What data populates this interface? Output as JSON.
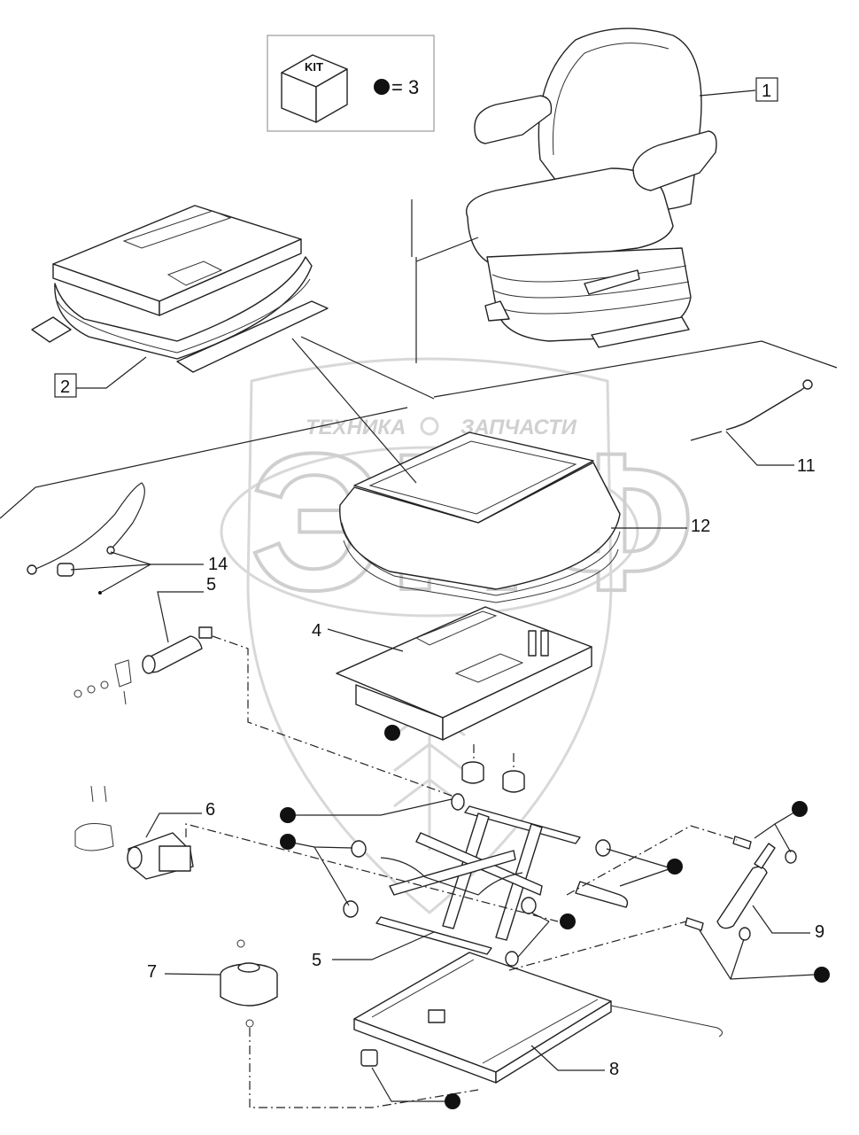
{
  "diagram": {
    "kit_box": {
      "label": "KIT",
      "equation": "= 3"
    },
    "watermark": {
      "left_text": "ТЕХНИКА",
      "right_text": "ЗАПЧАСТИ",
      "big_text": "ЭПФ"
    },
    "callouts": [
      {
        "id": "c1",
        "text": "1"
      },
      {
        "id": "c2",
        "text": "2"
      },
      {
        "id": "c11",
        "text": "11"
      },
      {
        "id": "c12",
        "text": "12"
      },
      {
        "id": "c14",
        "text": "14"
      },
      {
        "id": "c5a",
        "text": "5"
      },
      {
        "id": "c4",
        "text": "4"
      },
      {
        "id": "c6",
        "text": "6"
      },
      {
        "id": "c9",
        "text": "9"
      },
      {
        "id": "c5b",
        "text": "5"
      },
      {
        "id": "c7",
        "text": "7"
      },
      {
        "id": "c8",
        "text": "8"
      }
    ]
  }
}
